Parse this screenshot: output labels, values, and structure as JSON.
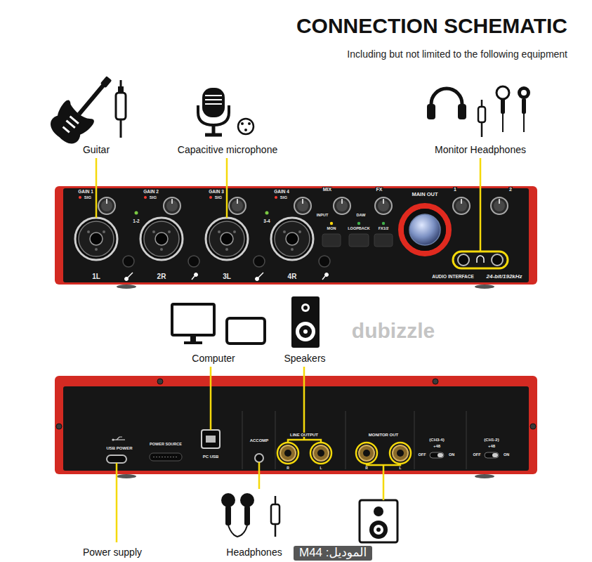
{
  "diagram": {
    "title": "CONNECTION SCHEMATIC",
    "nodes": [
      {
        "text": [
          "Guitar"
        ]
      },
      {
        "text": [
          "Capacitive microphone"
        ]
      },
      {
        "text": [
          "Monitor Headphones"
        ]
      },
      {
        "text": [
          "GAIN 1",
          "SIG",
          "GAIN 2",
          "SIG",
          "GAIN 3",
          "SIG",
          "GAIN 4",
          "SIG",
          "1-2",
          "3-4",
          "MIX",
          "FX",
          "INPUT",
          "DAW",
          "MON",
          "LOOPBACK",
          "FX1/2",
          "MAIN OUT",
          "1",
          "2",
          "1L",
          "2R",
          "3L",
          "4R",
          "AUDIO INTERFACE",
          "24-bit/192kHz"
        ]
      },
      {
        "text": [
          "Computer"
        ]
      },
      {
        "text": [
          "Speakers"
        ]
      },
      {
        "text": [
          "USB POWER",
          "POWER SOURCE",
          "PC USB",
          "ACCOMP",
          "LINE OUTPUT",
          "R",
          "L",
          "MONITOR OUT",
          "R",
          "L",
          "(CH3-4)",
          "+48",
          "OFF",
          "ON",
          "(CH1-2)",
          "+48",
          "OFF",
          "ON"
        ]
      },
      {
        "text": [
          "Power supply"
        ]
      },
      {
        "text": [
          "Headphones"
        ]
      }
    ],
    "edges": [
      {
        "from": 0,
        "to": 3,
        "arrow": "none"
      },
      {
        "from": 1,
        "to": 3,
        "arrow": "none"
      },
      {
        "from": 2,
        "to": 3,
        "arrow": "none"
      },
      {
        "from": 4,
        "to": 6,
        "arrow": "none"
      },
      {
        "from": 5,
        "to": 6,
        "arrow": "none"
      },
      {
        "from": 7,
        "to": 6,
        "arrow": "none"
      },
      {
        "from": 8,
        "to": 6,
        "arrow": "none"
      }
    ],
    "labels": [
      "Including but not limited to the following equipment",
      "dubizzle",
      "الموديل: M44"
    ]
  }
}
